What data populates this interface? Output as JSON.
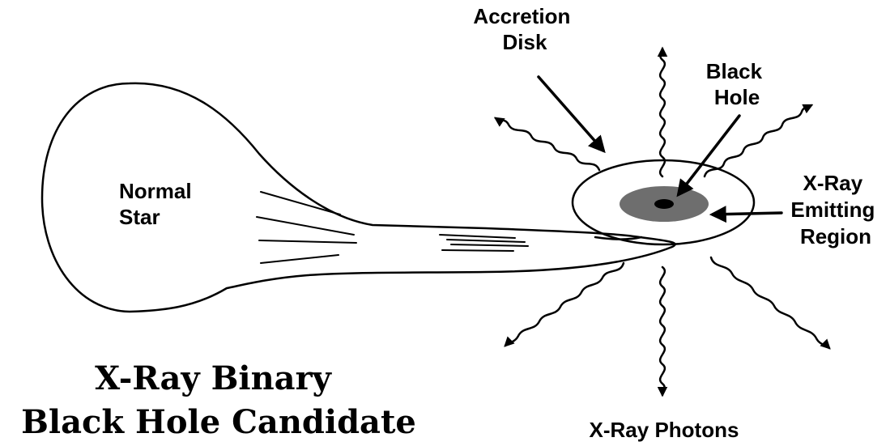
{
  "labels": {
    "accretion_disk": [
      "Accretion",
      "Disk"
    ],
    "black_hole": [
      "Black",
      "Hole"
    ],
    "normal_star": [
      "Normal",
      "Star"
    ],
    "x_ray_emitting_region": [
      "X-Ray",
      "Emitting",
      "Region"
    ],
    "x_ray_photons": "X-Ray Photons"
  },
  "title": [
    "X-Ray Binary",
    "Black Hole Candidate"
  ],
  "colors": {
    "star_fill": "#aaaaaa",
    "disk_fill": "#aaaaaa",
    "emitting_region_fill": "#6e6e6e",
    "black_hole_fill": "#000000",
    "ink": "#000000"
  },
  "icons": [
    "wavy-photon-arrow-icon",
    "pointer-arrow-icon"
  ]
}
